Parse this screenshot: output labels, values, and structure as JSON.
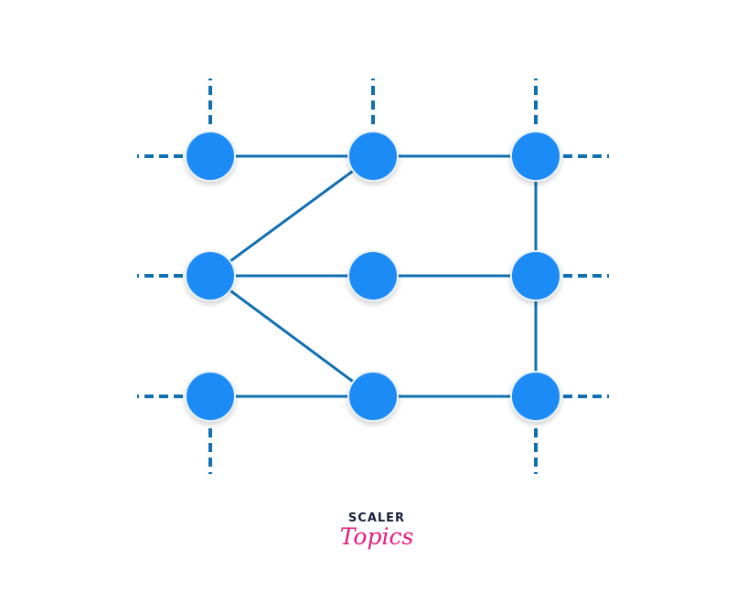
{
  "colors": {
    "edge": "#0f6fb0",
    "node_fill": "#1f8bf5",
    "node_border": "#e9f2fb",
    "logo_dark": "#1a1f3b",
    "logo_accent": "#e6197e"
  },
  "nodes": [
    {
      "id": "n00",
      "row": 0,
      "col": 0
    },
    {
      "id": "n01",
      "row": 0,
      "col": 1
    },
    {
      "id": "n02",
      "row": 0,
      "col": 2
    },
    {
      "id": "n10",
      "row": 1,
      "col": 0
    },
    {
      "id": "n11",
      "row": 1,
      "col": 1
    },
    {
      "id": "n12",
      "row": 1,
      "col": 2
    },
    {
      "id": "n20",
      "row": 2,
      "col": 0
    },
    {
      "id": "n21",
      "row": 2,
      "col": 1
    },
    {
      "id": "n22",
      "row": 2,
      "col": 2
    }
  ],
  "edges": [
    [
      "n00",
      "n01"
    ],
    [
      "n01",
      "n02"
    ],
    [
      "n10",
      "n01"
    ],
    [
      "n10",
      "n11"
    ],
    [
      "n11",
      "n12"
    ],
    [
      "n10",
      "n21"
    ],
    [
      "n20",
      "n21"
    ],
    [
      "n21",
      "n22"
    ],
    [
      "n02",
      "n12"
    ],
    [
      "n12",
      "n22"
    ]
  ],
  "open_ends": [
    {
      "node": "n00",
      "dir": "left"
    },
    {
      "node": "n00",
      "dir": "up"
    },
    {
      "node": "n01",
      "dir": "up"
    },
    {
      "node": "n02",
      "dir": "up"
    },
    {
      "node": "n02",
      "dir": "right"
    },
    {
      "node": "n10",
      "dir": "left"
    },
    {
      "node": "n12",
      "dir": "right"
    },
    {
      "node": "n20",
      "dir": "left"
    },
    {
      "node": "n20",
      "dir": "down"
    },
    {
      "node": "n22",
      "dir": "right"
    },
    {
      "node": "n22",
      "dir": "down"
    }
  ],
  "logo": {
    "line1": "SCALER",
    "line2": "Topics"
  }
}
